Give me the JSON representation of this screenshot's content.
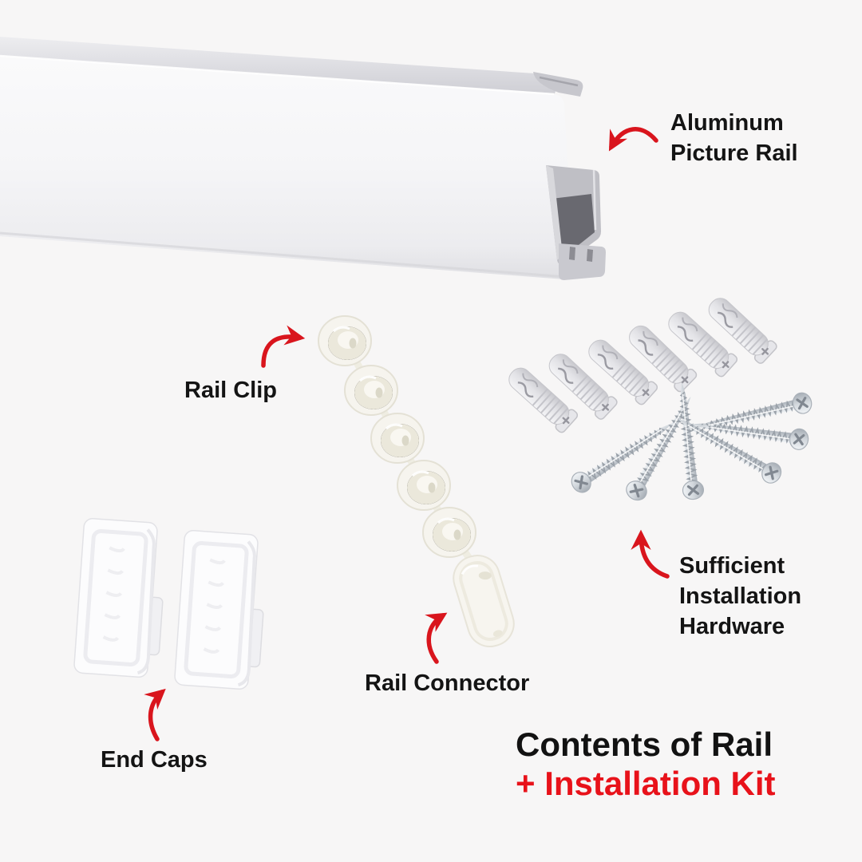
{
  "page": {
    "background_color": "#f7f6f6",
    "accent_red": "#d9151d",
    "title_red": "#e8121a",
    "text_color": "#141414"
  },
  "annotations": {
    "rail": {
      "line1": "Aluminum",
      "line2": "Picture Rail"
    },
    "rail_clip": {
      "label": "Rail Clip"
    },
    "rail_connector": {
      "label": "Rail Connector"
    },
    "end_caps": {
      "label": "End Caps"
    },
    "hardware": {
      "line1": "Sufficient",
      "line2": "Installation",
      "line3": "Hardware"
    }
  },
  "title": {
    "line1": "Contents of Rail",
    "line2": "+ Installation Kit"
  },
  "parts": {
    "rail_clips_count": 5,
    "rail_connectors_count": 1,
    "end_caps_count": 2,
    "wall_anchors_count": 6,
    "screws_count": 6
  }
}
